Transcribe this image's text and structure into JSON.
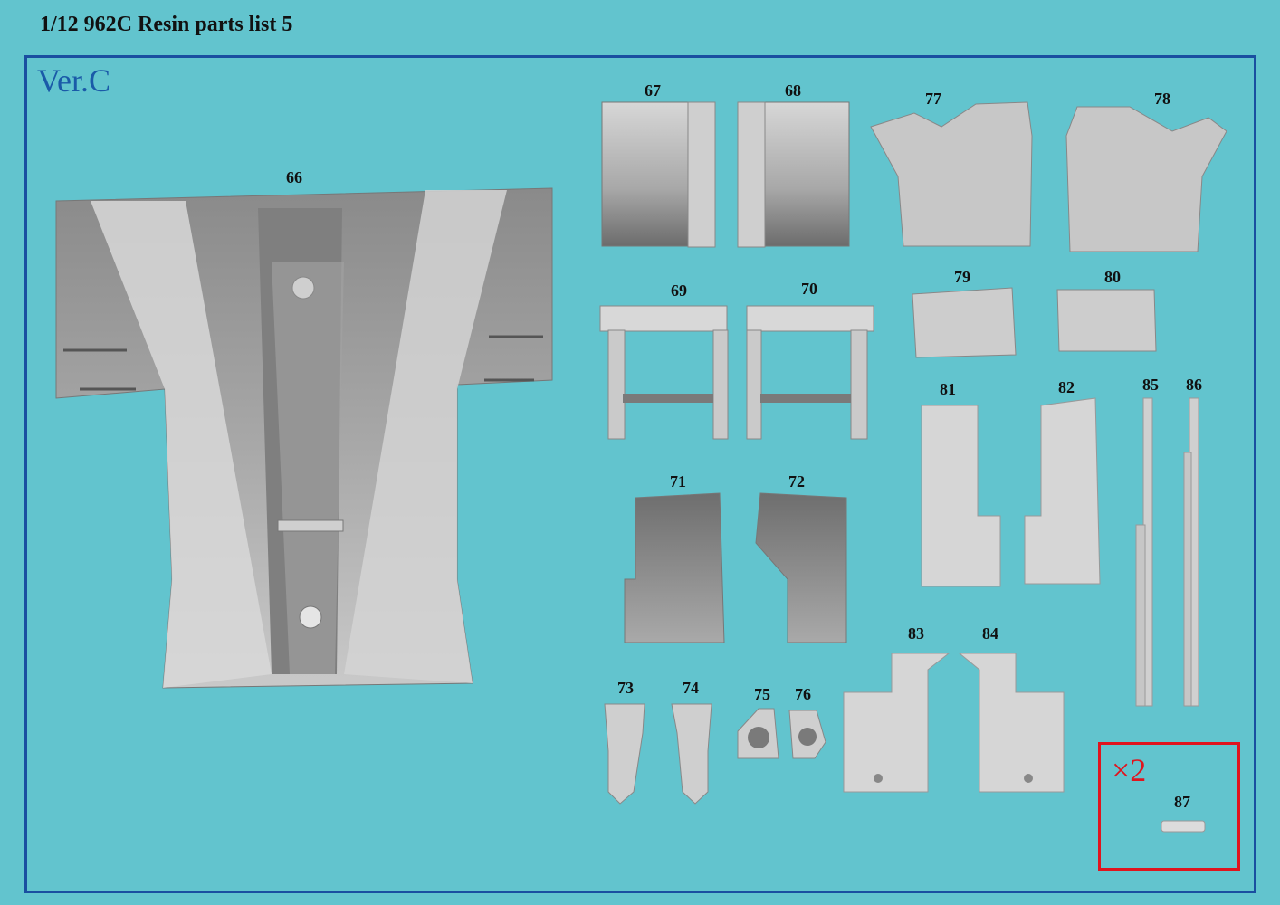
{
  "title": "1/12 962C Resin parts list 5",
  "version": "Ver.C",
  "quantity_note": "×2",
  "parts": [
    {
      "id": "66",
      "label": "66"
    },
    {
      "id": "67",
      "label": "67"
    },
    {
      "id": "68",
      "label": "68"
    },
    {
      "id": "69",
      "label": "69"
    },
    {
      "id": "70",
      "label": "70"
    },
    {
      "id": "71",
      "label": "71"
    },
    {
      "id": "72",
      "label": "72"
    },
    {
      "id": "73",
      "label": "73"
    },
    {
      "id": "74",
      "label": "74"
    },
    {
      "id": "75",
      "label": "75"
    },
    {
      "id": "76",
      "label": "76"
    },
    {
      "id": "77",
      "label": "77"
    },
    {
      "id": "78",
      "label": "78"
    },
    {
      "id": "79",
      "label": "79"
    },
    {
      "id": "80",
      "label": "80"
    },
    {
      "id": "81",
      "label": "81"
    },
    {
      "id": "82",
      "label": "82"
    },
    {
      "id": "83",
      "label": "83"
    },
    {
      "id": "84",
      "label": "84"
    },
    {
      "id": "85",
      "label": "85"
    },
    {
      "id": "86",
      "label": "86"
    },
    {
      "id": "87",
      "label": "87"
    }
  ],
  "colors": {
    "background": "#62c4ce",
    "frame": "#1a4fa0",
    "version_text": "#1a5aa8",
    "highlight": "#e0141e",
    "part_light": "#d9d9d9",
    "part_dark": "#7a7a7a"
  }
}
